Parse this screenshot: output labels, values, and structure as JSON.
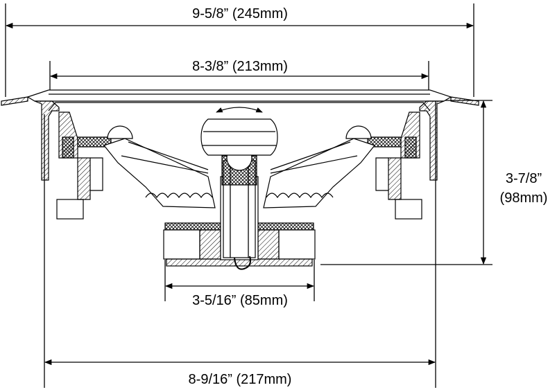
{
  "dimensions": {
    "overall_width": "9-5/8” (245mm)",
    "cutout_width": "8-3/8” (213mm)",
    "depth_line1": "3-7/8”",
    "depth_line2": "(98mm)",
    "magnet_width": "3-5/16” (85mm)",
    "bottom_width": "8-9/16” (217mm)"
  },
  "colors": {
    "line": "#000000",
    "background": "#ffffff"
  }
}
